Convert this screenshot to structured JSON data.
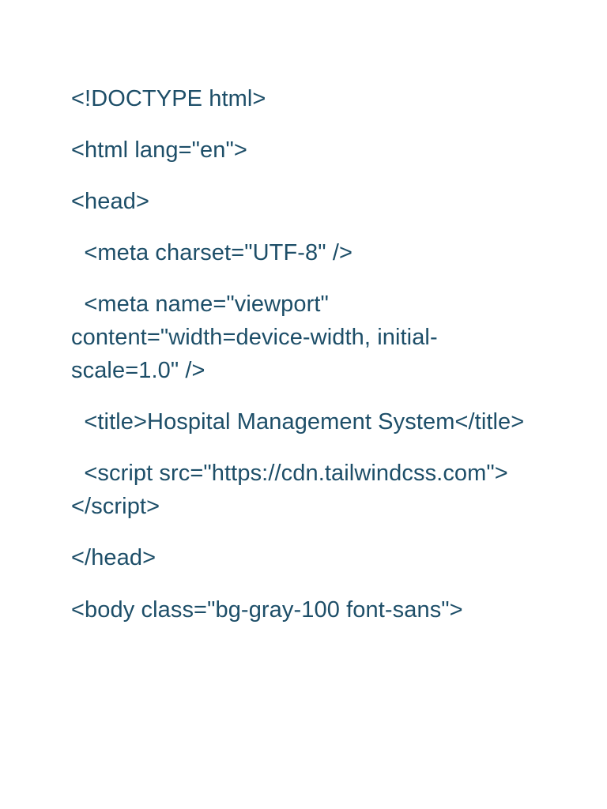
{
  "document": {
    "background_color": "#ffffff",
    "text_color": "#1d4e68",
    "lines": [
      {
        "text": "<!DOCTYPE html>"
      },
      {
        "text": "<html lang=\"en\">"
      },
      {
        "text": "<head>"
      },
      {
        "text": "  <meta charset=\"UTF-8\" />"
      },
      {
        "text": "  <meta name=\"viewport\" content=\"width=device-width, initial-scale=1.0\" />"
      },
      {
        "text": "  <title>Hospital Management System</title>"
      },
      {
        "text": "  <script src=\"https://cdn.tailwindcss.com\"></script>"
      },
      {
        "text": "</head>"
      },
      {
        "text": "<body class=\"bg-gray-100 font-sans\">"
      }
    ]
  }
}
